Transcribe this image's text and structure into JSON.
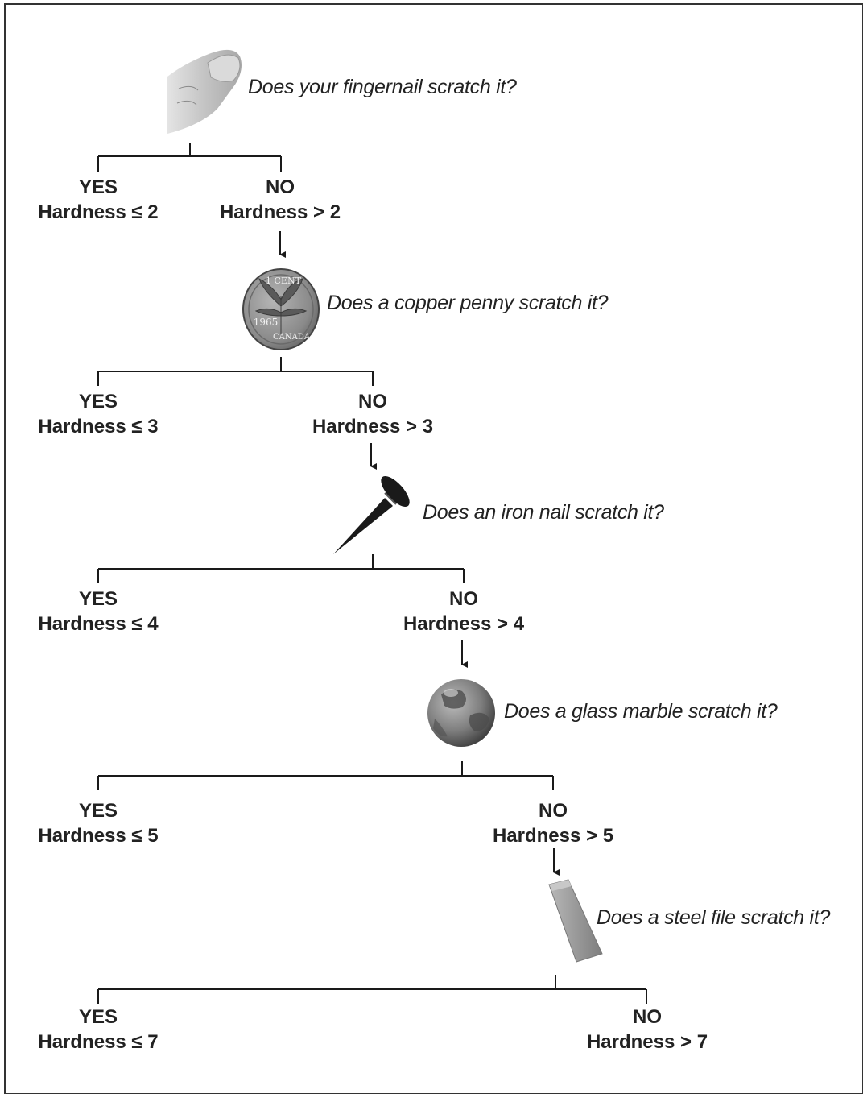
{
  "questions": [
    {
      "tool_icon": "fingertip-icon",
      "text": "Does your fingernail scratch it?"
    },
    {
      "tool_icon": "copper-penny-icon",
      "text": "Does a copper penny scratch it?",
      "coin": {
        "top": "1 CENT",
        "year": "1965",
        "country": "CANADA"
      }
    },
    {
      "tool_icon": "iron-nail-icon",
      "text": "Does an iron nail scratch it?"
    },
    {
      "tool_icon": "glass-marble-icon",
      "text": "Does a glass marble scratch it?"
    },
    {
      "tool_icon": "steel-file-icon",
      "text": "Does a steel file scratch it?"
    }
  ],
  "outcomes": [
    {
      "yes": {
        "answer": "YES",
        "result": "Hardness ≤ 2"
      },
      "no": {
        "answer": "NO",
        "result": "Hardness > 2"
      }
    },
    {
      "yes": {
        "answer": "YES",
        "result": "Hardness ≤ 3"
      },
      "no": {
        "answer": "NO",
        "result": "Hardness > 3"
      }
    },
    {
      "yes": {
        "answer": "YES",
        "result": "Hardness ≤ 4"
      },
      "no": {
        "answer": "NO",
        "result": "Hardness > 4"
      }
    },
    {
      "yes": {
        "answer": "YES",
        "result": "Hardness ≤ 5"
      },
      "no": {
        "answer": "NO",
        "result": "Hardness > 5"
      }
    },
    {
      "yes": {
        "answer": "YES",
        "result": "Hardness ≤ 7"
      },
      "no": {
        "answer": "NO",
        "result": "Hardness > 7"
      }
    }
  ],
  "colors": {
    "line": "#1a1a1a",
    "text": "#222222",
    "nail": "#1a1a1a",
    "coin": "#8a8a8a",
    "file": "#9c9c9c"
  }
}
